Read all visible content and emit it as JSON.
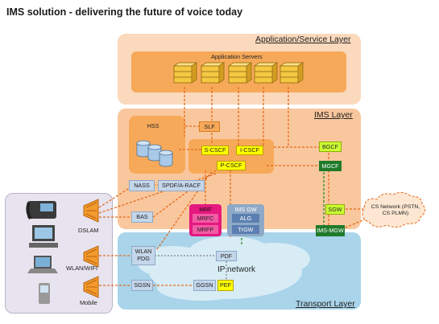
{
  "title": "IMS solution - delivering the future of voice today",
  "layers": {
    "application": "Application/Service Layer",
    "ims": "IMS Layer",
    "transport": "Transport Layer"
  },
  "app_servers_label": "Application Servers",
  "ims": {
    "hss": "HSS",
    "slf": "SLF",
    "s_cscf": "S-CSCF",
    "i_cscf": "I-CSCF",
    "p_cscf": "P-CSCF",
    "bgcf": "BGCF",
    "mgcf": "MGCF",
    "nass": "NASS",
    "spdf": "SPDF/A-RACF",
    "bas": "BAS",
    "mrf": "MRF",
    "mrfc": "MRFC",
    "mrfp": "MRFP",
    "ims_gw": "IMS GW",
    "alg": "ALG",
    "trgw": "TrGW",
    "sgw": "SGW",
    "ims_mgw": "IMS-MGW"
  },
  "transport": {
    "wlan_pdg": "WLAN PDG",
    "pdf": "PDF",
    "sgsn": "SGSN",
    "ggsn": "GGSN",
    "pef": "PEF",
    "ip_network": "IP network"
  },
  "access": {
    "dslam": "DSLAM",
    "wlan_wifi": "WLAN/WIFI",
    "mobile": "Mobile"
  },
  "cs_network": "CS Network (PSTN, CS PLMN)",
  "colors": {
    "app_layer": "#fbd9bd",
    "ims_layer": "#f9c79d",
    "ims_inner": "#f7a95a",
    "transport": "#a9d4ea",
    "cloud": "#d8ecf6",
    "cscf_yellow": "#ffff00",
    "green_box": "#ccff33",
    "dark_green": "#1f7a2a",
    "magenta": "#e5197f",
    "steel": "#8ea9c7",
    "orange_box": "#f7b04a"
  }
}
